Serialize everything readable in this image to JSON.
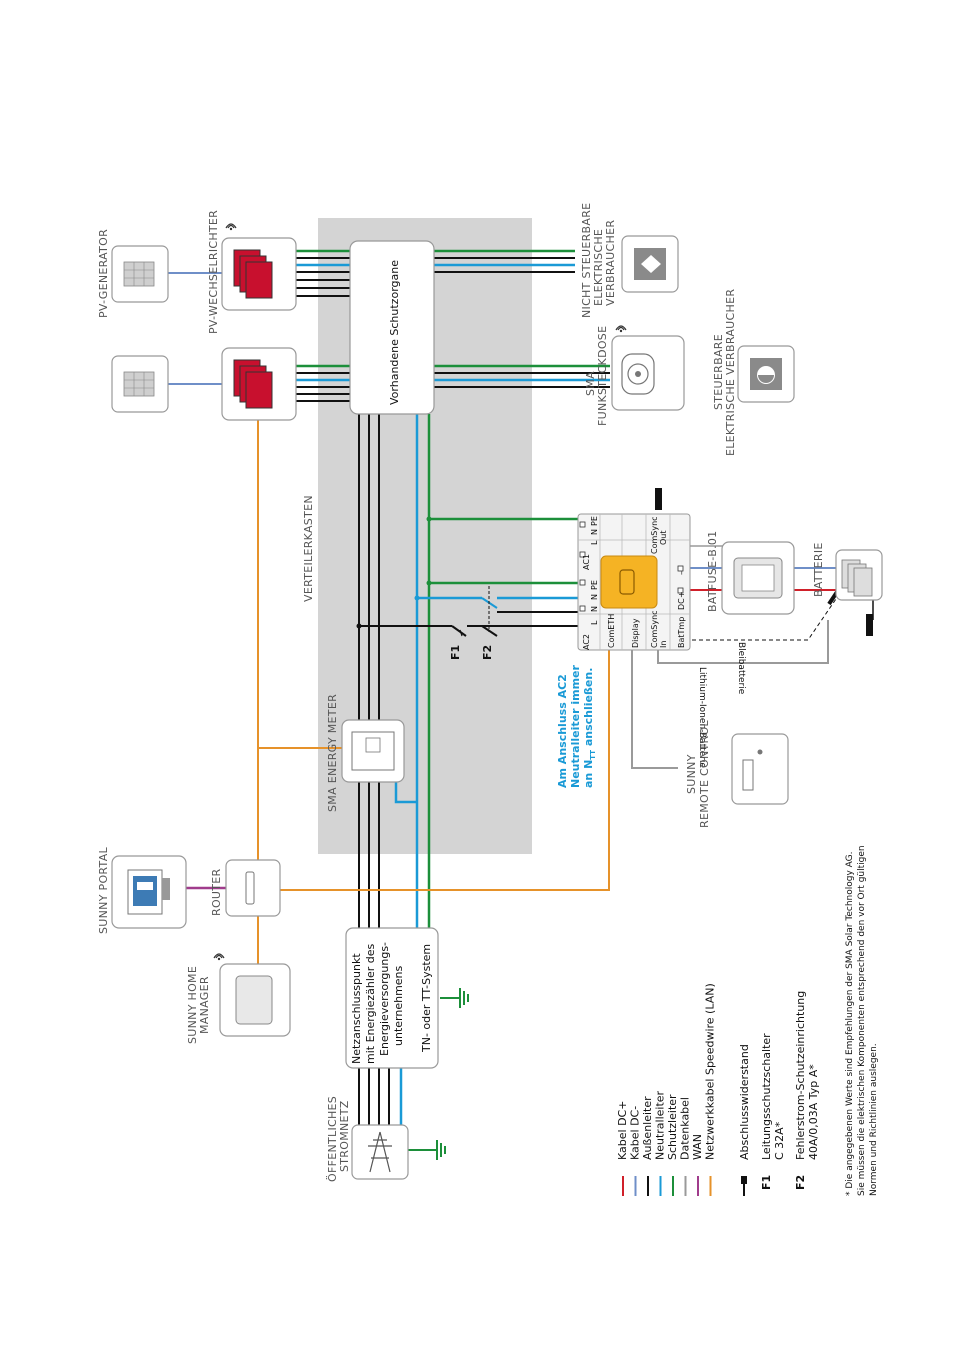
{
  "colors": {
    "dc_plus": "#d0202a",
    "dc_minus": "#6f8fc8",
    "phase": "#111111",
    "neutral": "#1a9ad6",
    "pe": "#1c8f3a",
    "data": "#9a9a9a",
    "wan": "#a03c8c",
    "lan": "#e6922a",
    "cabinet": "#d4d4d4"
  },
  "labels": {
    "pv_generator": "PV-GENERATOR",
    "pv_inverter": "PV-WECHSELRICHTER",
    "non_controllable_1": "NICHT STEUERBARE",
    "non_controllable_2": "ELEKTRISCHE",
    "non_controllable_3": "VERBRAUCHER",
    "sma_plug_1": "SMA",
    "sma_plug_2": "FUNKSTECKDOSE",
    "controllable_1": "STEUERBARE",
    "controllable_2": "ELEKTRISCHE VERBRAUCHER",
    "protection": "Vorhandene Schutzorgane",
    "cabinet": "VERTEILERKASTEN",
    "energy_meter": "SMA ENERGY METER",
    "batfuse": "BATFUSE-B.01",
    "battery": "BATTERIE",
    "lead_battery": "Bleibatterie",
    "lithium_battery": "Lithium-Ionen-Batterie",
    "remote_1": "SUNNY",
    "remote_2": "REMOTE CONTROL",
    "portal": "SUNNY PORTAL",
    "router": "ROUTER",
    "home_manager_1": "SUNNY HOME",
    "home_manager_2": "MANAGER",
    "grid_1": "ÖFFENTLICHES",
    "grid_2": "STROMNETZ",
    "f1": "F1",
    "f2": "F2",
    "ac2_note_1": "Am Anschluss AC2",
    "ac2_note_2": "Neutralleiter immer",
    "ac2_note_3": "an N",
    "ac2_note_3_sub": "TT",
    "ac2_note_3_end": " anschließen.",
    "grid_point_1": "Netzanschlusspunkt",
    "grid_point_2": "mit Energiezähler des",
    "grid_point_3": "Energieversorgungs-",
    "grid_point_4": "unternehmens",
    "grid_point_5": "TN- oder TT-System"
  },
  "inverter_ports": {
    "ac2": "AC2",
    "ac2_l": "L",
    "ac2_n": "N",
    "ac2_ntt": "N",
    "ac2_ntt_sub": "TT",
    "ac2_pe": "PE",
    "ac1": "AC1",
    "ac1_l": "L",
    "ac1_n": "N",
    "ac1_pe": "PE",
    "cometh": "ComETH",
    "display": "Display",
    "comsync_in_1": "ComSync",
    "comsync_in_2": "In",
    "batmp": "BatTmp",
    "dc_label": "DC",
    "plus": "+",
    "minus": "–",
    "comsync_out_1": "ComSync",
    "comsync_out_2": "Out"
  },
  "legend": [
    {
      "text": "Kabel DC+",
      "color": "#d0202a"
    },
    {
      "text": "Kabel DC-",
      "color": "#6f8fc8"
    },
    {
      "text": "Außenleiter",
      "color": "#111111"
    },
    {
      "text": "Neutralleiter",
      "color": "#1a9ad6"
    },
    {
      "text": "Schutzleiter",
      "color": "#1c8f3a"
    },
    {
      "text": "Datenkabel",
      "color": "#9a9a9a"
    },
    {
      "text": "WAN",
      "color": "#a03c8c"
    },
    {
      "text": "Netzwerkkabel Speedwire (LAN)",
      "color": "#e6922a"
    }
  ],
  "legend_extra": {
    "terminator": "Abschlusswiderstand",
    "f1_key": "F1",
    "f1_line1": "Leitungsschutzschalter",
    "f1_line2": "C 32A*",
    "f2_key": "F2",
    "f2_line1": "Fehlerstrom-Schutzeinrichtung",
    "f2_line2": "40A/0,03A Typ A*"
  },
  "footnote": {
    "line1": "* Die angegebenen Werte sind Empfehlungen der SMA Solar Technology AG.",
    "line2": "Sie müssen die elektrischen Komponenten entsprechend den vor Ort gültigen",
    "line3": "Normen und Richtlinien auslegen."
  }
}
